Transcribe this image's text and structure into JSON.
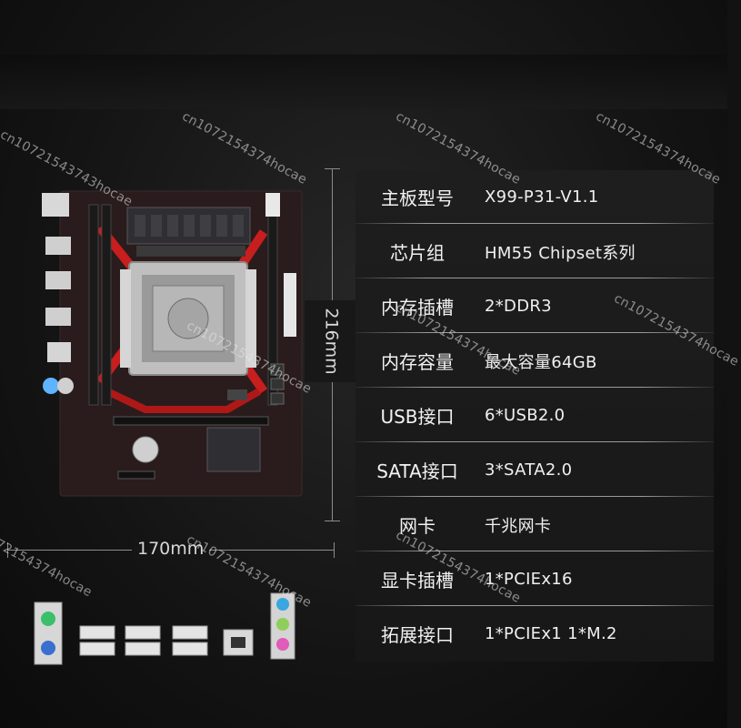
{
  "dimensions": {
    "height_label": "216mm",
    "width_label": "170mm"
  },
  "specs": [
    {
      "label": "主板型号",
      "value": "X99-P31-V1.1"
    },
    {
      "label": "芯片组",
      "value": "HM55 Chipset系列"
    },
    {
      "label": "内存插槽",
      "value": "2*DDR3"
    },
    {
      "label": "内存容量",
      "value": "最大容量64GB"
    },
    {
      "label": "USB接口",
      "value": "6*USB2.0"
    },
    {
      "label": "SATA接口",
      "value": "3*SATA2.0"
    },
    {
      "label": "网卡",
      "value": "千兆网卡"
    },
    {
      "label": "显卡插槽",
      "value": "1*PCIEx16"
    },
    {
      "label": "拓展接口",
      "value": "1*PCIEx1   1*M.2"
    }
  ],
  "watermarks": [
    "cn10721543743hocae",
    "cn1072154374hocae",
    "cn1072154374hocae",
    "cn1072154374hocae",
    "cn1072154374hocae",
    "cn1072154374hocae",
    "cn1072154374hocae",
    "cn1072154374hocae",
    "72154374hocae",
    "cn1072154374hocae"
  ],
  "colors": {
    "board": "#2a1c1c",
    "accent": "#c81e1e",
    "heatsink": "#2f2f33",
    "socket": "#c9c9c9"
  }
}
